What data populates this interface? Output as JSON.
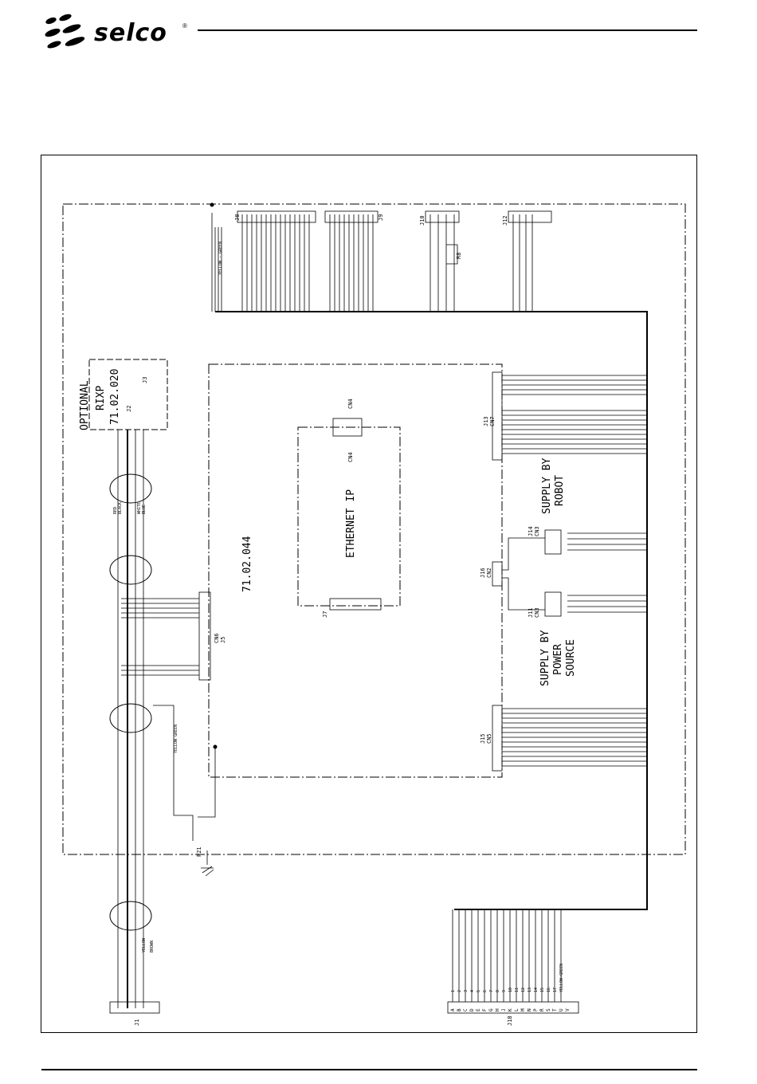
{
  "header": {
    "brand": "selco",
    "registered_mark": "®"
  },
  "diagram": {
    "board_code": "71.02.044",
    "ethernet_module_label": "ETHERNET IP",
    "optional_label": "OPTIONAL",
    "rixp_label": "RIXP",
    "rixp_code": "71.02.020",
    "supply_robot_label": [
      "SUPPLY BY",
      "ROBOT"
    ],
    "supply_power_label": [
      "SUPPLY BY",
      "POWER",
      "SOURCE"
    ],
    "connectors": {
      "j1": "J1",
      "j2": "J2",
      "j3": "J3",
      "j5": "J5",
      "cn6": "CN6",
      "j7": "J7",
      "j8": "J8",
      "j9": "J9",
      "j10": "J10",
      "j12": "J12",
      "j13": "J13",
      "cn7": "CN7",
      "j14": "J14",
      "cn3a": "CN3",
      "j16": "J16",
      "cn2": "CN2",
      "j11": "J11",
      "cn3b": "CN3",
      "j15": "J15",
      "cn5": "CN5",
      "j18": "J18",
      "cn4a": "CN4",
      "cn4b": "CN4",
      "r8": "R8",
      "p21": "P21"
    },
    "wire_colors": {
      "red": "RED",
      "black": "BLACK",
      "white": "WHITE",
      "blue": "BLUE",
      "yellow": "YELLOW",
      "brown": "BROWN",
      "yellow_green": "YELLOW GREEN",
      "yellow_green_dash": "YELLOW - GREEN"
    },
    "j18_pins": [
      "A",
      "B",
      "C",
      "D",
      "E",
      "F",
      "G",
      "H",
      "J",
      "K",
      "L",
      "M",
      "N",
      "P",
      "R",
      "S",
      "T",
      "U",
      "V"
    ],
    "j18_wires": [
      "1",
      "2",
      "3",
      "4",
      "5",
      "6",
      "7",
      "8",
      "9",
      "10",
      "11",
      "12",
      "13",
      "14",
      "15",
      "16",
      "17",
      "YELLOW-GREEN"
    ]
  }
}
